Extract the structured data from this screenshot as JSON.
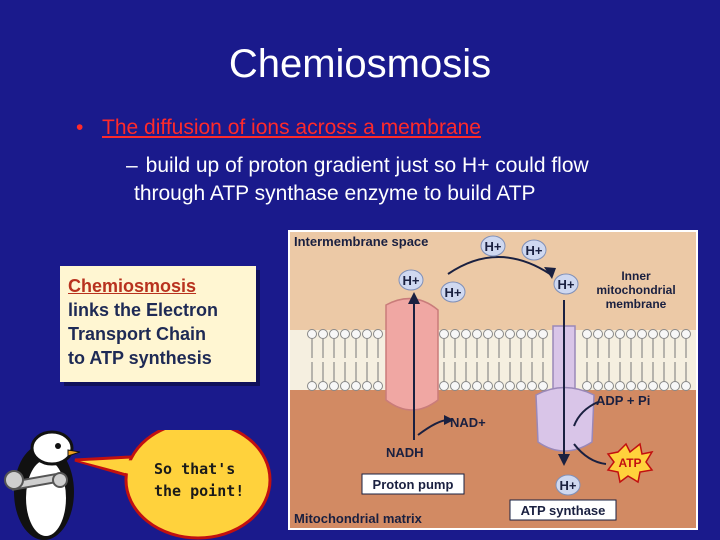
{
  "slide": {
    "title": "Chemiosmosis",
    "bullet_1": "The diffusion of ions across a membrane",
    "bullet_2_line_1": "build up of proton gradient just so H+ could flow",
    "bullet_2_line_2": "through ATP synthase enzyme to build ATP",
    "bullet_marker": "•",
    "sub_marker": "–"
  },
  "callout": {
    "highlight": "Chemiosmosis",
    "line_2": "links the Electron",
    "line_3": "Transport Chain",
    "line_4": "to ATP synthesis"
  },
  "speech_bubble": {
    "line_1": "So that's",
    "line_2": "the point!"
  },
  "diagram": {
    "intermembrane_label": "Intermembrane space",
    "inner_membrane_label_1": "Inner",
    "inner_membrane_label_2": "mitochondrial",
    "inner_membrane_label_3": "membrane",
    "matrix_label": "Mitochondrial matrix",
    "proton_label": "H+",
    "nad_label": "NAD+",
    "nadh_label": "NADH",
    "adp_label": "ADP + Pi",
    "atp_label": "ATP",
    "proton_pump_label": "Proton pump",
    "atp_synthase_label": "ATP synthase",
    "colors": {
      "background": "#1a1a8c",
      "intermembrane": "#ecc9a6",
      "matrix": "#d28a63",
      "proton_pump": "#f0a7a3",
      "atp_synthase": "#d9c5e8",
      "title_text": "#ffffff",
      "bullet_text": "#ff2a2a"
    }
  }
}
